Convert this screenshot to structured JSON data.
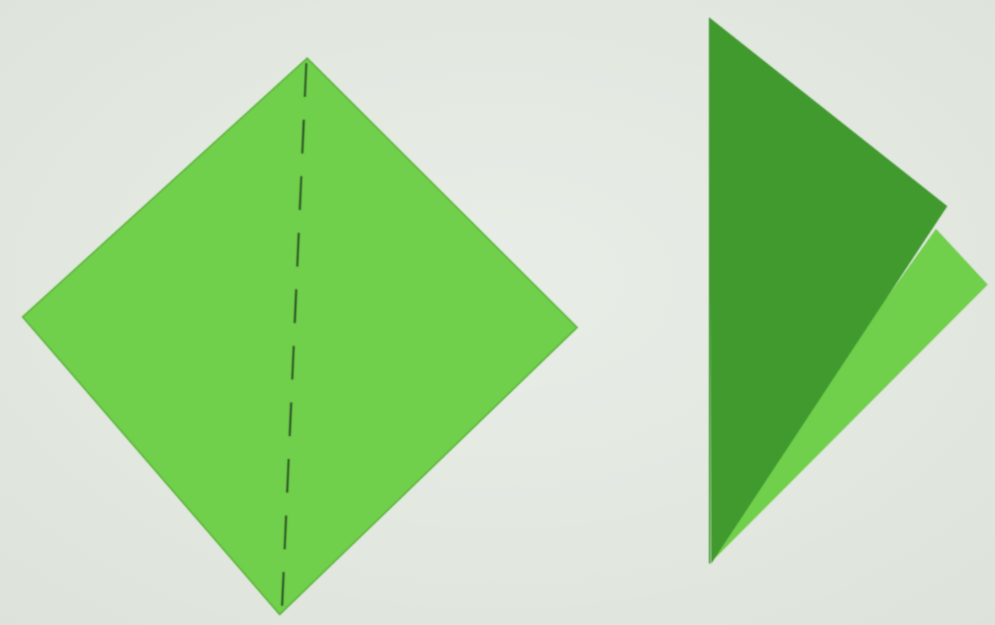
{
  "scene": {
    "background_color": "#e9ede7",
    "background_edge_color": "#dde3db",
    "subjects": [
      {
        "name": "unfolded-square-paper",
        "face_color": "#6fcf4b",
        "edge_color": "#5cb63b",
        "crease_line": "dashed",
        "crease_color": "#2f5a25"
      },
      {
        "name": "folded-triangle-paper",
        "front_color": "#3f9a2e",
        "back_color": "#6fcf4b"
      }
    ]
  }
}
